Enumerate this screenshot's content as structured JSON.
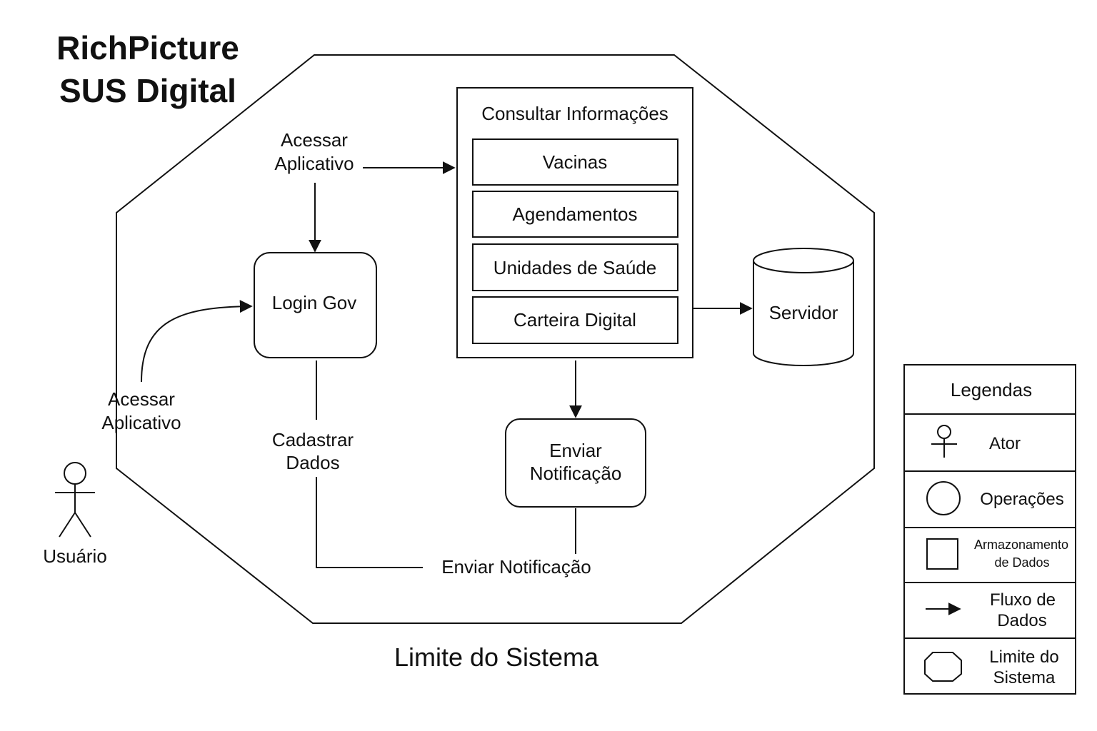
{
  "title": {
    "line1": "RichPicture",
    "line2": "SUS Digital"
  },
  "boundary_label": "Limite do Sistema",
  "actor": {
    "label": "Usuário"
  },
  "flows": {
    "access_top_1": "Acessar",
    "access_top_2": "Aplicativo",
    "access_left_1": "Acessar",
    "access_left_2": "Aplicativo",
    "register_1": "Cadastrar",
    "register_2": "Dados",
    "notify_bottom": "Enviar Notificação"
  },
  "nodes": {
    "login": "Login Gov",
    "consult_title": "Consultar Informações",
    "consult_items": [
      "Vacinas",
      "Agendamentos",
      "Unidades de Saúde",
      "Carteira Digital"
    ],
    "notify_1": "Enviar",
    "notify_2": "Notificação",
    "server": "Servidor"
  },
  "legend": {
    "title": "Legendas",
    "actor": "Ator",
    "operations": "Operações",
    "storage_1": "Armazonamento",
    "storage_2": "de Dados",
    "flow_1": "Fluxo de",
    "flow_2": "Dados",
    "boundary_1": "Limite do",
    "boundary_2": "Sistema"
  }
}
